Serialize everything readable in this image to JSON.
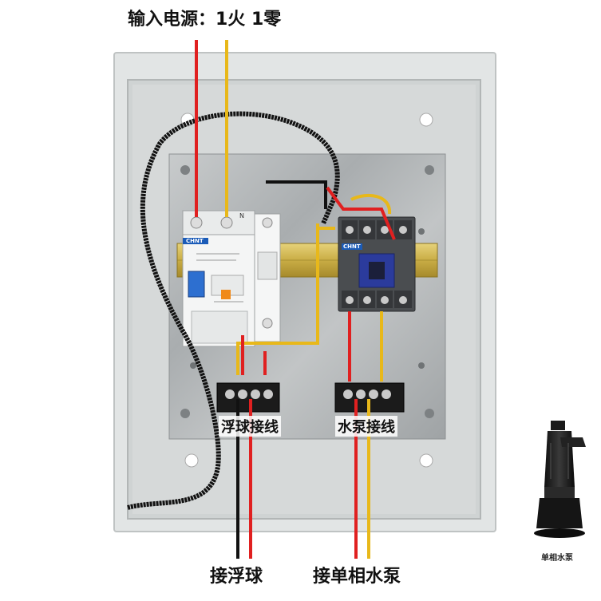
{
  "labels": {
    "title": "输入电源：1火 1零",
    "float_terminal": "浮球接线",
    "pump_terminal": "水泵接线",
    "connect_float": "接浮球",
    "connect_pump": "接单相水泵",
    "pump_caption": "单相水泵"
  },
  "device_marks": {
    "breaker_brand": "CHNT",
    "contactor_brand": "CHNT",
    "breaker_terminal": "N"
  },
  "colors": {
    "live_wire": "#e02020",
    "neutral_wire": "#e8b81a",
    "black_wire": "#111111",
    "enclosure": "#d9dcdc",
    "backplate": "#b9bcbd"
  }
}
